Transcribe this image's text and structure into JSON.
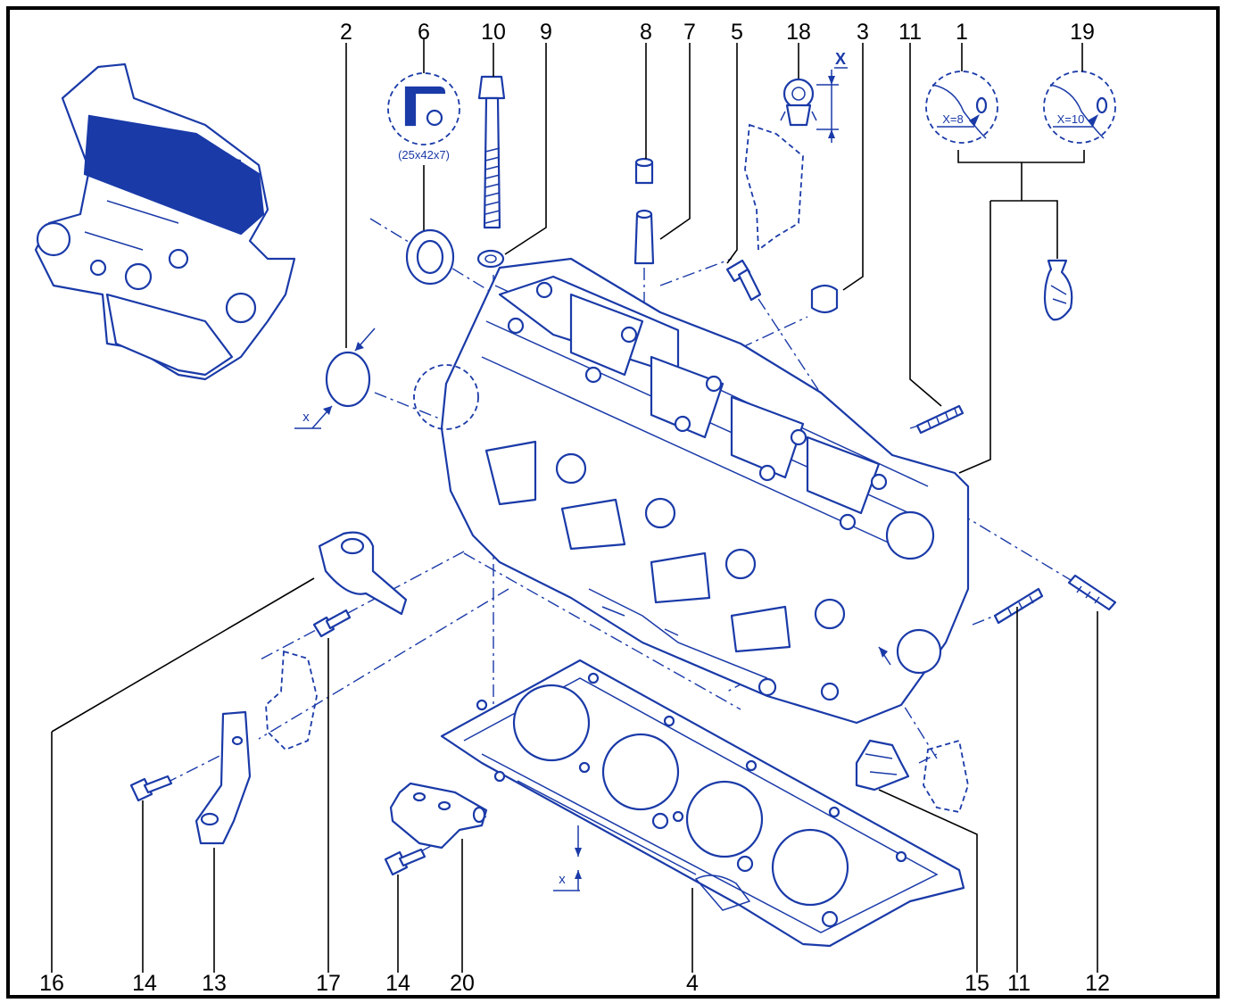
{
  "callouts": {
    "c1": "1",
    "c2": "2",
    "c3": "3",
    "c4": "4",
    "c5": "5",
    "c6": "6",
    "c7": "7",
    "c8": "8",
    "c9": "9",
    "c10": "10",
    "c11a": "11",
    "c11b": "11",
    "c12": "12",
    "c13": "13",
    "c14a": "14",
    "c14b": "14",
    "c15": "15",
    "c16": "16",
    "c17": "17",
    "c18": "18",
    "c19": "19",
    "c20": "20"
  },
  "annotations": {
    "seal_size": "(25x42x7)",
    "x8": "X=8",
    "x10": "X=10",
    "x_bold": "X",
    "x_plug": "x",
    "x_gasket": "x"
  },
  "colors": {
    "line_art": "#1a3aa8",
    "labels": "#000000",
    "background": "#ffffff"
  }
}
